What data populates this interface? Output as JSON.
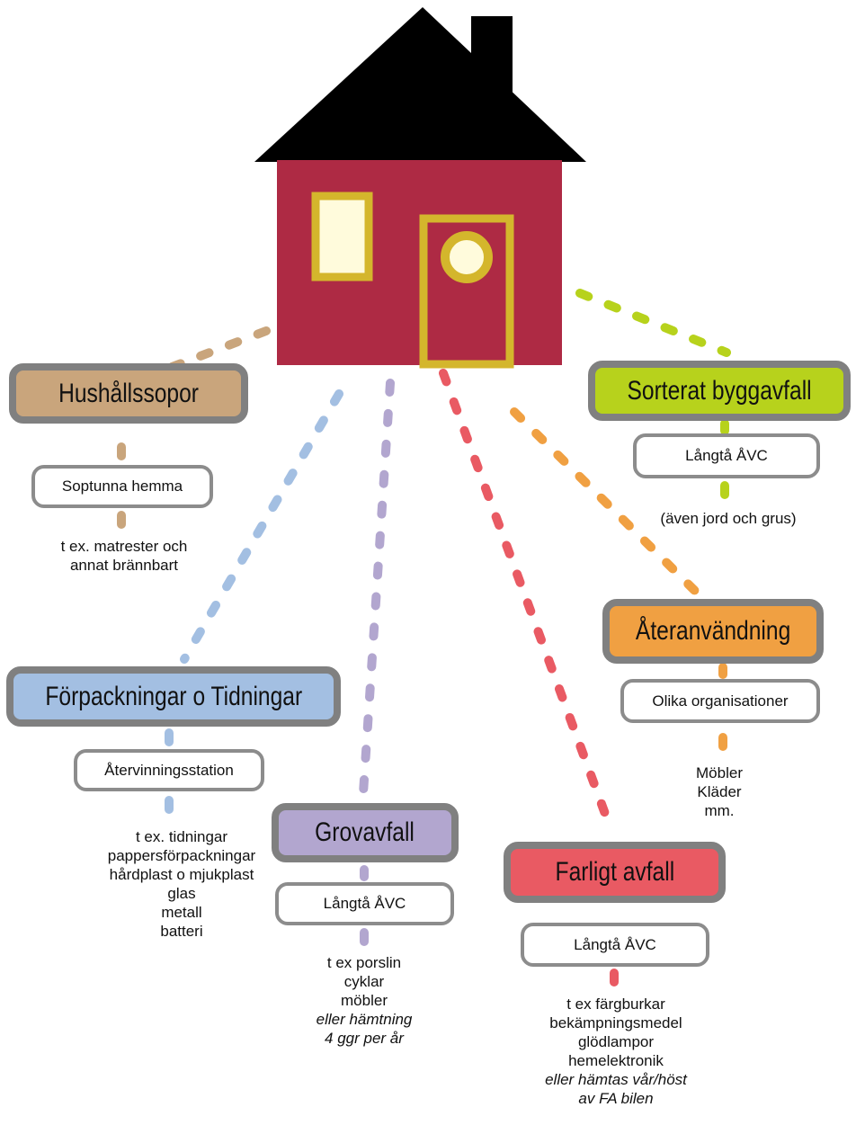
{
  "colors": {
    "roof": "#000000",
    "wall": "#ae2a44",
    "trim": "#d4b62c",
    "window": "#fffbdc",
    "hushall": "#c9a57c",
    "forpackningar": "#a3bfe2",
    "grovavfall": "#b2a6cf",
    "farligt": "#e95a63",
    "ateranvandning": "#f0a042",
    "bygg": "#b7d21c",
    "box_border": "#808080"
  },
  "house": {
    "icons": [
      "roof-icon",
      "chimney-icon",
      "window-icon",
      "door-icon"
    ]
  },
  "categories": [
    {
      "id": "hushall",
      "title": "Hushållssopor",
      "location": "Soptunna hemma",
      "examples": [
        "t ex. matrester och",
        "annat brännbart"
      ],
      "examples_italic": []
    },
    {
      "id": "forpackningar",
      "title": "Förpackningar o Tidningar",
      "location": "Återvinningsstation",
      "examples": [
        "t ex. tidningar",
        "pappersförpackningar",
        "hårdplast o mjukplast",
        "glas",
        "metall",
        "batteri"
      ],
      "examples_italic": []
    },
    {
      "id": "grovavfall",
      "title": "Grovavfall",
      "location": "Långtå ÅVC",
      "examples": [
        "t ex porslin",
        "cyklar",
        "möbler"
      ],
      "examples_italic": [
        "eller hämtning",
        "4 ggr per år"
      ]
    },
    {
      "id": "farligt",
      "title": "Farligt avfall",
      "location": "Långtå ÅVC",
      "examples": [
        "t ex färgburkar",
        "bekämpningsmedel",
        "glödlampor",
        "hemelektronik"
      ],
      "examples_italic": [
        "eller hämtas vår/höst",
        "av FA bilen"
      ]
    },
    {
      "id": "ateranvandning",
      "title": "Återanvändning",
      "location": "Olika organisationer",
      "examples": [
        "Möbler",
        "Kläder",
        "mm."
      ],
      "examples_italic": []
    },
    {
      "id": "bygg",
      "title": "Sorterat byggavfall",
      "location": "Långtå ÅVC",
      "examples": [
        "(även jord och grus)"
      ],
      "examples_italic": []
    }
  ]
}
